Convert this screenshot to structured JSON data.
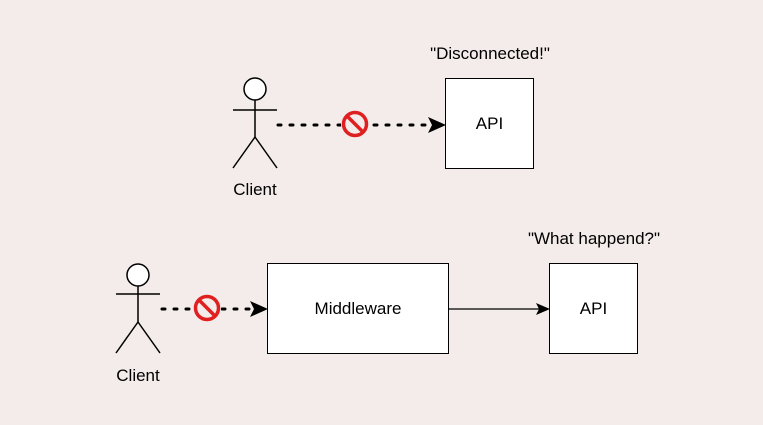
{
  "scenario_top": {
    "client_label": "Client",
    "api_label": "API",
    "api_quote": "\"Disconnected!\""
  },
  "scenario_bottom": {
    "client_label": "Client",
    "middleware_label": "Middleware",
    "api_label": "API",
    "api_quote": "\"What happend?\""
  },
  "colors": {
    "background": "#f3ecea",
    "blocked_icon": "#e02020",
    "stroke": "#000000",
    "box_fill": "#ffffff"
  },
  "icons": {
    "blocked": "prohibited-icon",
    "actor": "stick-figure-icon"
  }
}
